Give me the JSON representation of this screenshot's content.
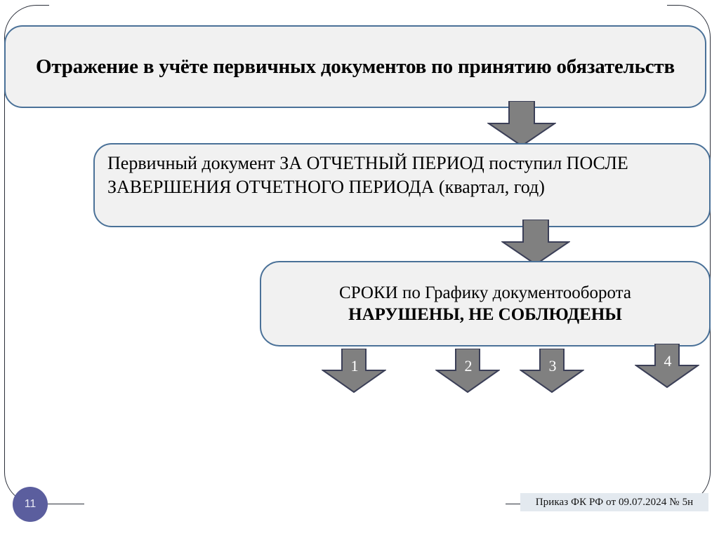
{
  "slide": {
    "page_number": "11",
    "title": "Отражение в учёте первичных документов по принятию обязательств",
    "box2": "Первичный документ ЗА ОТЧЕТНЫЙ ПЕРИОД поступил ПОСЛЕ ЗАВЕРШЕНИЯ ОТЧЕТНОГО ПЕРИОДА (квартал, год)",
    "box3_line1": "СРОКИ по Графику документооборота",
    "box3_line2": "НАРУШЕНЫ, НЕ СОБЛЮДЕНЫ",
    "footer_note": "Приказ ФК РФ от 09.07.2024 № 5н"
  },
  "arrows": {
    "connector1_label": "",
    "connector2_label": "",
    "numbered": [
      {
        "label": "1"
      },
      {
        "label": "2"
      },
      {
        "label": "3"
      },
      {
        "label": "4"
      }
    ]
  },
  "colors": {
    "box_border": "#4a7198",
    "box_fill": "#f1f1f1",
    "arrow_fill": "#808080",
    "arrow_stroke": "#3b3f57",
    "badge_fill": "#5b5e9e",
    "footer_fill": "#e3e9ef",
    "frame_stroke": "#2b2f3a"
  }
}
